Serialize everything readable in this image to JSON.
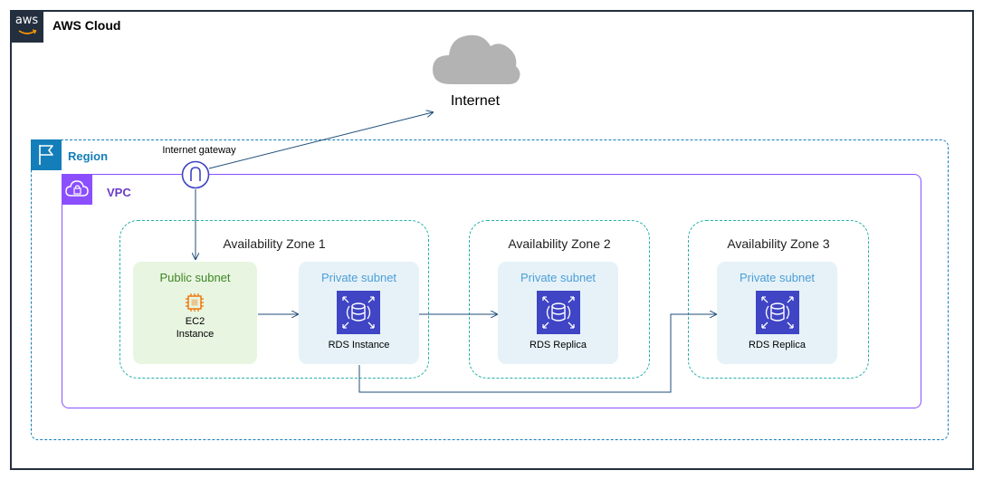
{
  "aws_cloud": {
    "logo_text": "aws",
    "title": "AWS Cloud"
  },
  "internet": {
    "label": "Internet"
  },
  "region": {
    "label": "Region"
  },
  "gateway": {
    "label": "Internet gateway"
  },
  "vpc": {
    "label": "VPC"
  },
  "zones": [
    {
      "label": "Availability Zone 1"
    },
    {
      "label": "Availability Zone 2"
    },
    {
      "label": "Availability Zone 3"
    }
  ],
  "subnets": {
    "public": {
      "label": "Public subnet"
    },
    "private_label": "Private subnet"
  },
  "resources": {
    "ec2_line1": "EC2",
    "ec2_line2": "Instance",
    "rds_instance": "RDS Instance",
    "rds_replica": "RDS Replica"
  },
  "colors": {
    "region_blue": "#147eba",
    "vpc_purple": "#8c4fff",
    "az_teal": "#24b0a8",
    "public_green": "#3f8624",
    "private_blue": "#4d9ed6",
    "rds_indigo": "#3f45c4",
    "ec2_orange": "#ed7100",
    "connector": "#1f4e79"
  },
  "icons": [
    "aws-logo-icon",
    "cloud-icon",
    "region-flag-icon",
    "vpc-cloud-lock-icon",
    "internet-gateway-icon",
    "ec2-chip-icon",
    "rds-database-icon"
  ]
}
